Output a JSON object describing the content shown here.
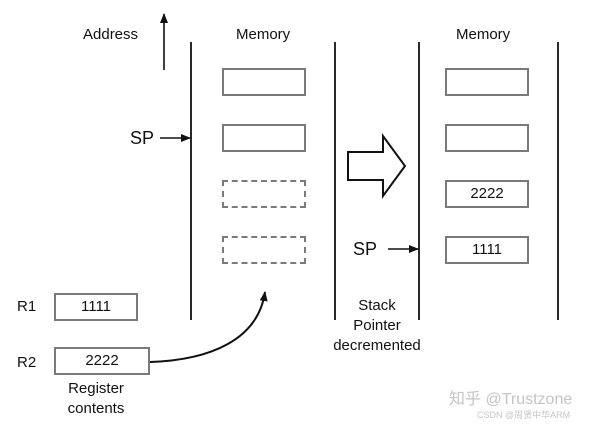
{
  "labels": {
    "address": "Address",
    "memory_left": "Memory",
    "memory_right": "Memory",
    "sp_before": "SP",
    "sp_after": "SP",
    "r1": "R1",
    "r2": "R2",
    "register_contents": [
      "Register",
      "contents"
    ],
    "stack_pointer_decremented": [
      "Stack",
      "Pointer",
      "decremented"
    ]
  },
  "registers": {
    "r1_value": "1111",
    "r2_value": "2222"
  },
  "memory_before": [
    "",
    "",
    "",
    ""
  ],
  "memory_after": [
    "",
    "",
    "2222",
    "1111"
  ],
  "watermark": {
    "main": "知乎 @Trustzone",
    "sub": "CSDN @周贤中华ARM"
  }
}
